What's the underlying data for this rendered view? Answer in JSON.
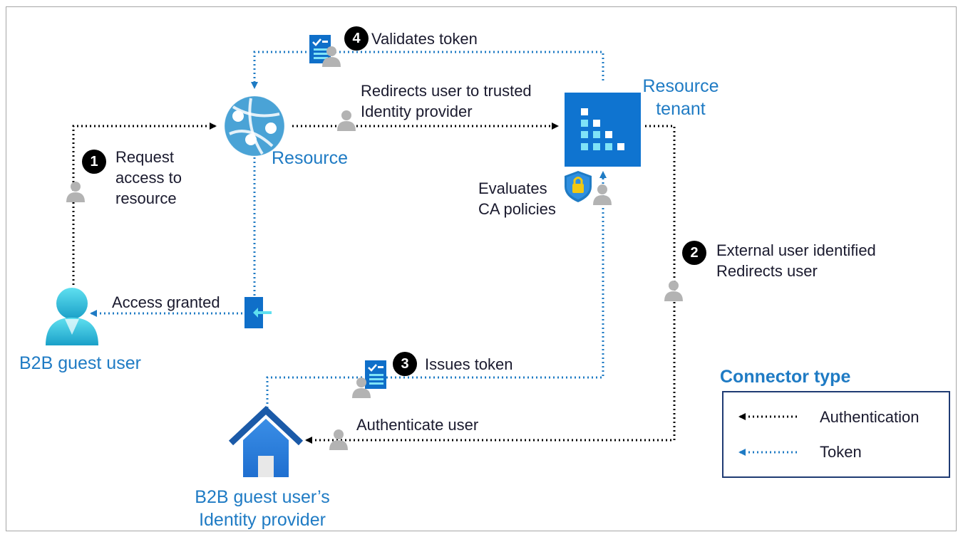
{
  "nodes": {
    "resource": "Resource",
    "resource_tenant": [
      "Resource",
      "tenant"
    ],
    "guest_user": "B2B guest user",
    "identity_provider": [
      "B2B guest user’s",
      "Identity provider"
    ]
  },
  "steps": [
    {
      "number": "1",
      "lines": [
        "Request",
        "access to",
        "resource"
      ]
    },
    {
      "number": "2",
      "lines": [
        "External user identified",
        "Redirects user"
      ]
    },
    {
      "number": "3",
      "lines": [
        "Issues token"
      ]
    },
    {
      "number": "4",
      "lines": [
        "Validates token"
      ]
    }
  ],
  "edge_labels": {
    "redirects": [
      "Redirects user to trusted",
      "Identity provider"
    ],
    "evaluates": [
      "Evaluates",
      "CA policies"
    ],
    "access_granted": "Access granted",
    "authenticate_user": "Authenticate user"
  },
  "legend": {
    "title": "Connector type",
    "items": [
      {
        "label": "Authentication",
        "color": "#000000"
      },
      {
        "label": "Token",
        "color": "#1f7bc4"
      }
    ]
  },
  "colors": {
    "accent": "#1f7bc4",
    "token_line": "#1f7bc4",
    "auth_line": "#000000",
    "person_icon": "#b3b3b3"
  }
}
